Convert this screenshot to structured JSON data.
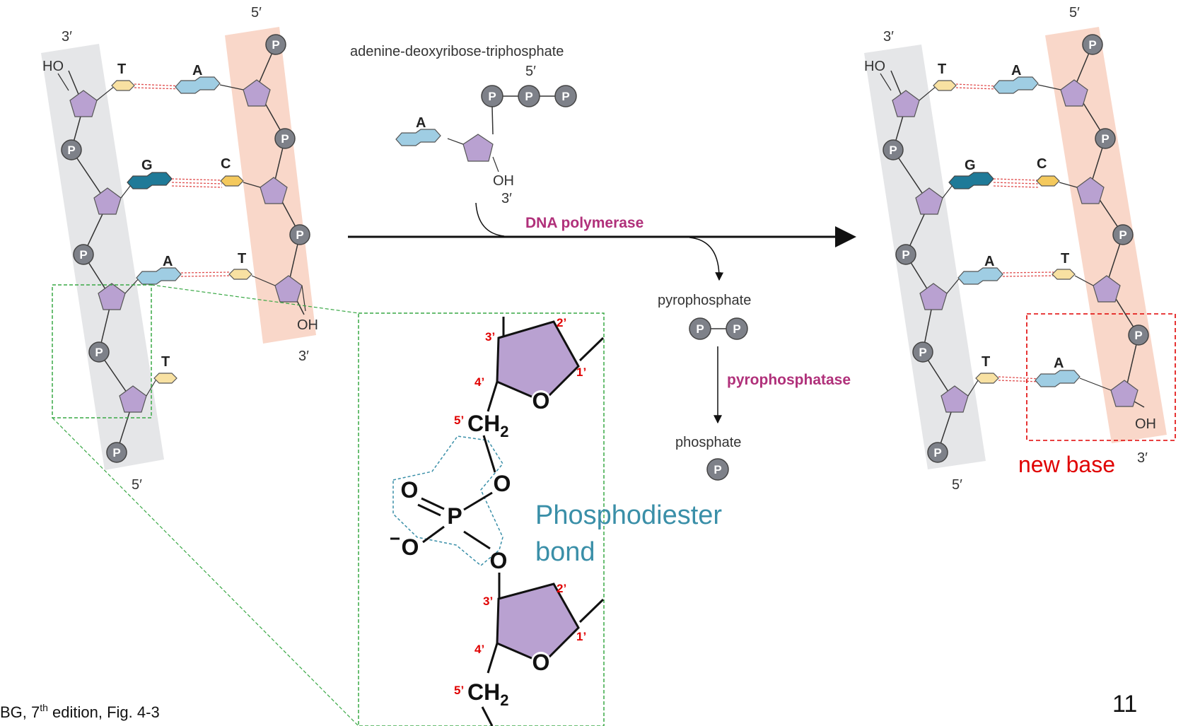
{
  "labels": {
    "five_prime": "5′",
    "three_prime": "3′",
    "ho": "HO",
    "oh": "OH",
    "phosphate_symbol": "P"
  },
  "left_strand": {
    "pairs": [
      {
        "template_base": "T",
        "new_base": "A"
      },
      {
        "template_base": "G",
        "new_base": "C"
      },
      {
        "template_base": "A",
        "new_base": "T"
      },
      {
        "template_base": "T"
      }
    ]
  },
  "substrate": {
    "name": "adenine-deoxyribose-triphosphate",
    "base": "A",
    "five_prime": "5′",
    "hydroxyl": "OH",
    "three_prime": "3′"
  },
  "reaction": {
    "enzyme": "DNA polymerase",
    "byproduct": "pyrophosphate",
    "second_enzyme": "pyrophosphatase",
    "final_product": "phosphate"
  },
  "right_strand": {
    "pairs": [
      {
        "template_base": "T",
        "new_base": "A"
      },
      {
        "template_base": "G",
        "new_base": "C"
      },
      {
        "template_base": "A",
        "new_base": "T"
      },
      {
        "template_base": "T",
        "new_base": "A"
      }
    ],
    "new_base_label": "new base"
  },
  "zoom_inset": {
    "carbon_numbers": [
      "1’",
      "2’",
      "3’",
      "4’",
      "5’"
    ],
    "ring_oxygen": "O",
    "ch2": "CH",
    "ch2_sub": "2",
    "phosphorus": "P",
    "oxygen": "O",
    "bond_label_line1": "Phosphodiester",
    "bond_label_line2": "bond"
  },
  "colors": {
    "template_strand_band": "#e5e6e8",
    "new_strand_band": "#f9d7c9",
    "sugar": "#b9a1d1",
    "phosphate": "#7e8189",
    "base_blue": "#9fcde3",
    "base_dark_blue": "#1f7a98",
    "base_yellow": "#f8e1a2",
    "base_gold": "#f4c95d",
    "enzyme_text": "#b0307a",
    "new_base_red": "#e00000",
    "zoom_green": "#39a845",
    "bond_teal": "#3a8fa8"
  },
  "footer": {
    "citation_prefix": "BG, 7",
    "citation_sup": "th",
    "citation_suffix": " edition, Fig. 4-3",
    "slide_number": "11"
  }
}
